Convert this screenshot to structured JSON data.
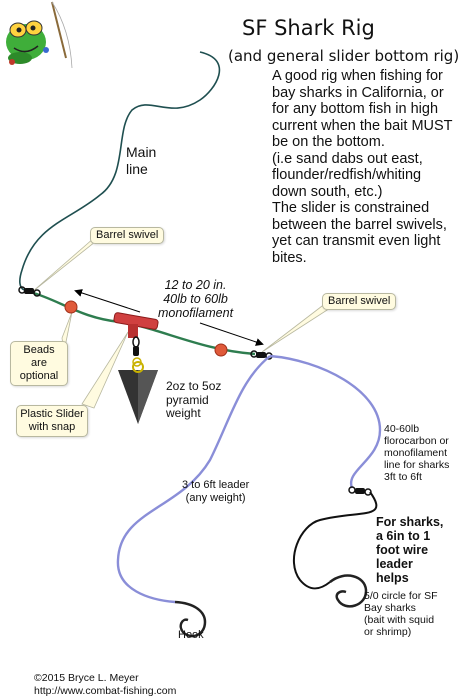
{
  "header": {
    "title": "SF Shark Rig",
    "subtitle": "(and general slider bottom rig)"
  },
  "description": {
    "lines": [
      "A good rig when fishing for",
      "bay sharks in California, or",
      "for any bottom fish in high",
      "current when the bait MUST",
      "be on the bottom.",
      "(i.e sand dabs out east,",
      "flounder/redfish/whiting",
      "down south, etc.)",
      "The slider is constrained",
      "between the barrel swivels,",
      "yet can transmit even light",
      "bites."
    ]
  },
  "labels": {
    "main_line": [
      "Main",
      "line"
    ],
    "barrel_swivel_left": "Barrel swivel",
    "barrel_swivel_right": "Barrel swivel",
    "mono": [
      "12 to 20 in.",
      "40lb to 60lb",
      "monofilament"
    ],
    "beads": [
      "Beads",
      "are",
      "optional"
    ],
    "slider": [
      "Plastic Slider",
      "with snap"
    ],
    "weight": [
      "2oz to 5oz",
      "pyramid",
      "weight"
    ],
    "leader": [
      "3 to 6ft leader",
      "(any weight)"
    ],
    "florocarbon": [
      "40-60lb",
      "florocarbon or",
      "monofilament",
      "line for sharks",
      "3ft to 6ft"
    ],
    "wire": [
      "For sharks,",
      "a 6in to 1",
      "foot wire",
      "leader",
      "helps"
    ],
    "hook": "Hook",
    "circle": [
      "5/0 circle for SF",
      "Bay sharks",
      "(bait with squid",
      "or shrimp)"
    ]
  },
  "footer": {
    "copyright": "©2015 Bryce L. Meyer",
    "url": "http://www.combat-fishing.com"
  },
  "colors": {
    "main_line": "#1f4f50",
    "mono_line": "#2e7d4f",
    "leader": "#8a8ed8",
    "bead": "#e05a3a",
    "slider": "#d04040",
    "weight": "#333333",
    "callout_bg": "#fffbe0"
  },
  "icons": [
    "frog-fisherman-logo",
    "barrel-swivel-icon",
    "bead-icon",
    "plastic-slider-icon",
    "pyramid-weight-icon",
    "hook-icon",
    "circle-hook-icon"
  ]
}
